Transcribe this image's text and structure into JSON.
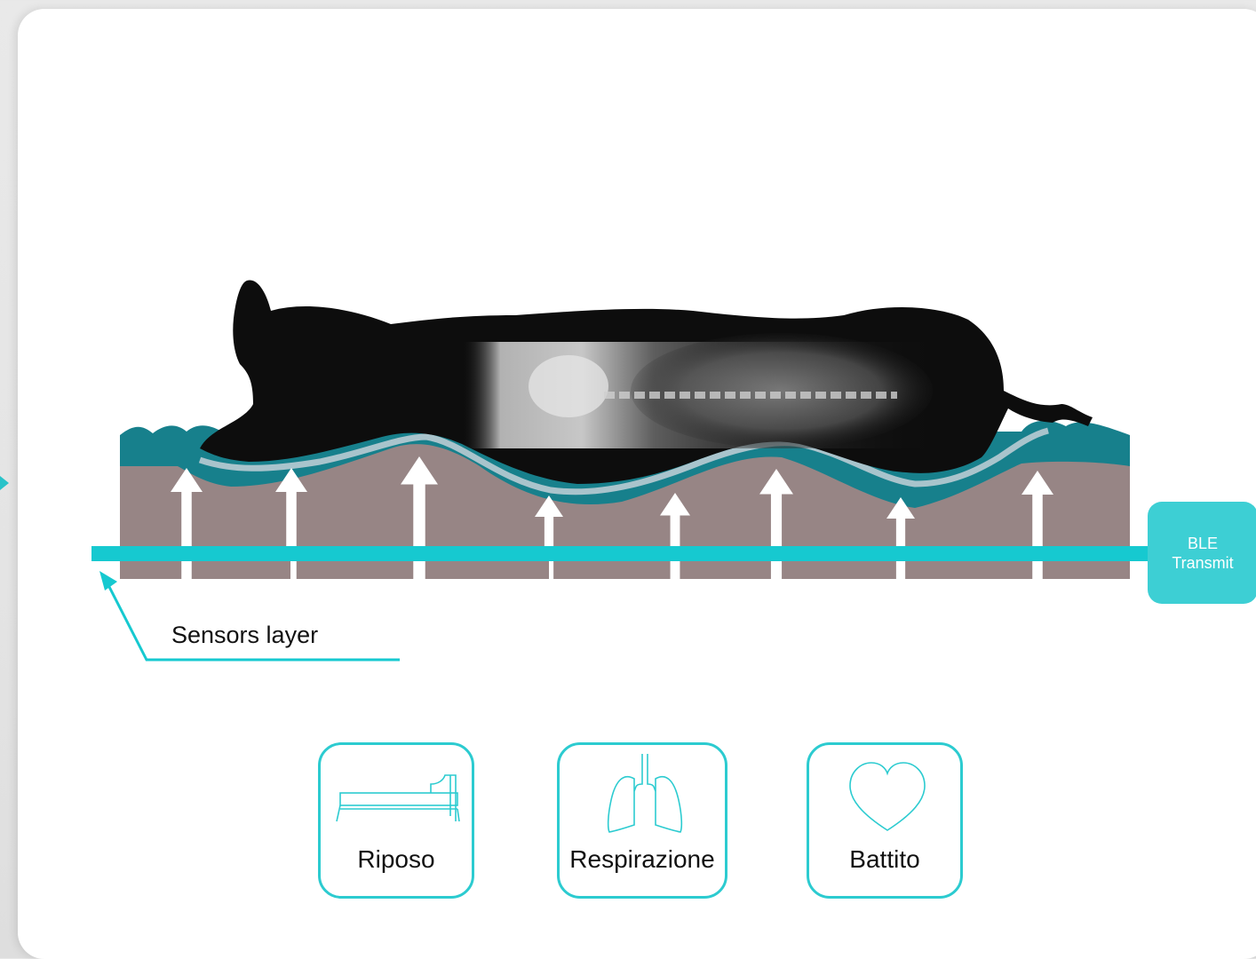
{
  "labels": {
    "sensors_layer": "Sensors layer",
    "ble_line1": "BLE",
    "ble_line2": "Transmit"
  },
  "metrics": [
    {
      "label": "Riposo",
      "icon": "bed-icon"
    },
    {
      "label": "Respirazione",
      "icon": "lungs-icon"
    },
    {
      "label": "Battito",
      "icon": "heart-icon"
    }
  ],
  "colors": {
    "accent": "#2ccbd0",
    "foam_top": "#17808c",
    "foam_body": "#978585",
    "silhouette": "#0d0d0d"
  }
}
